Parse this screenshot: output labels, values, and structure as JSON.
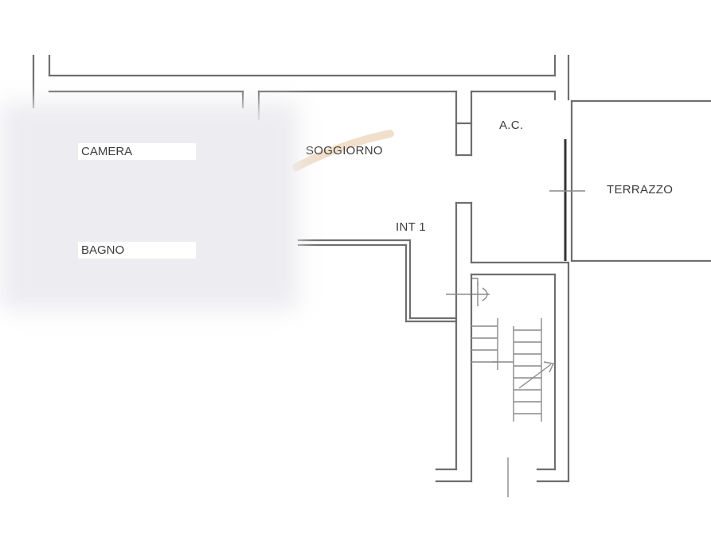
{
  "rooms": {
    "camera": "CAMERA",
    "soggiorno": "SOGGIORNO",
    "ac": "A.C.",
    "terrazzo": "TERRAZZO",
    "int1": "INT 1",
    "bagno": "BAGNO"
  },
  "colors": {
    "wall": "#6f6f6f",
    "text": "#3c3c3c",
    "blur": "#ececf0",
    "highlight": "#e8c9a8"
  }
}
